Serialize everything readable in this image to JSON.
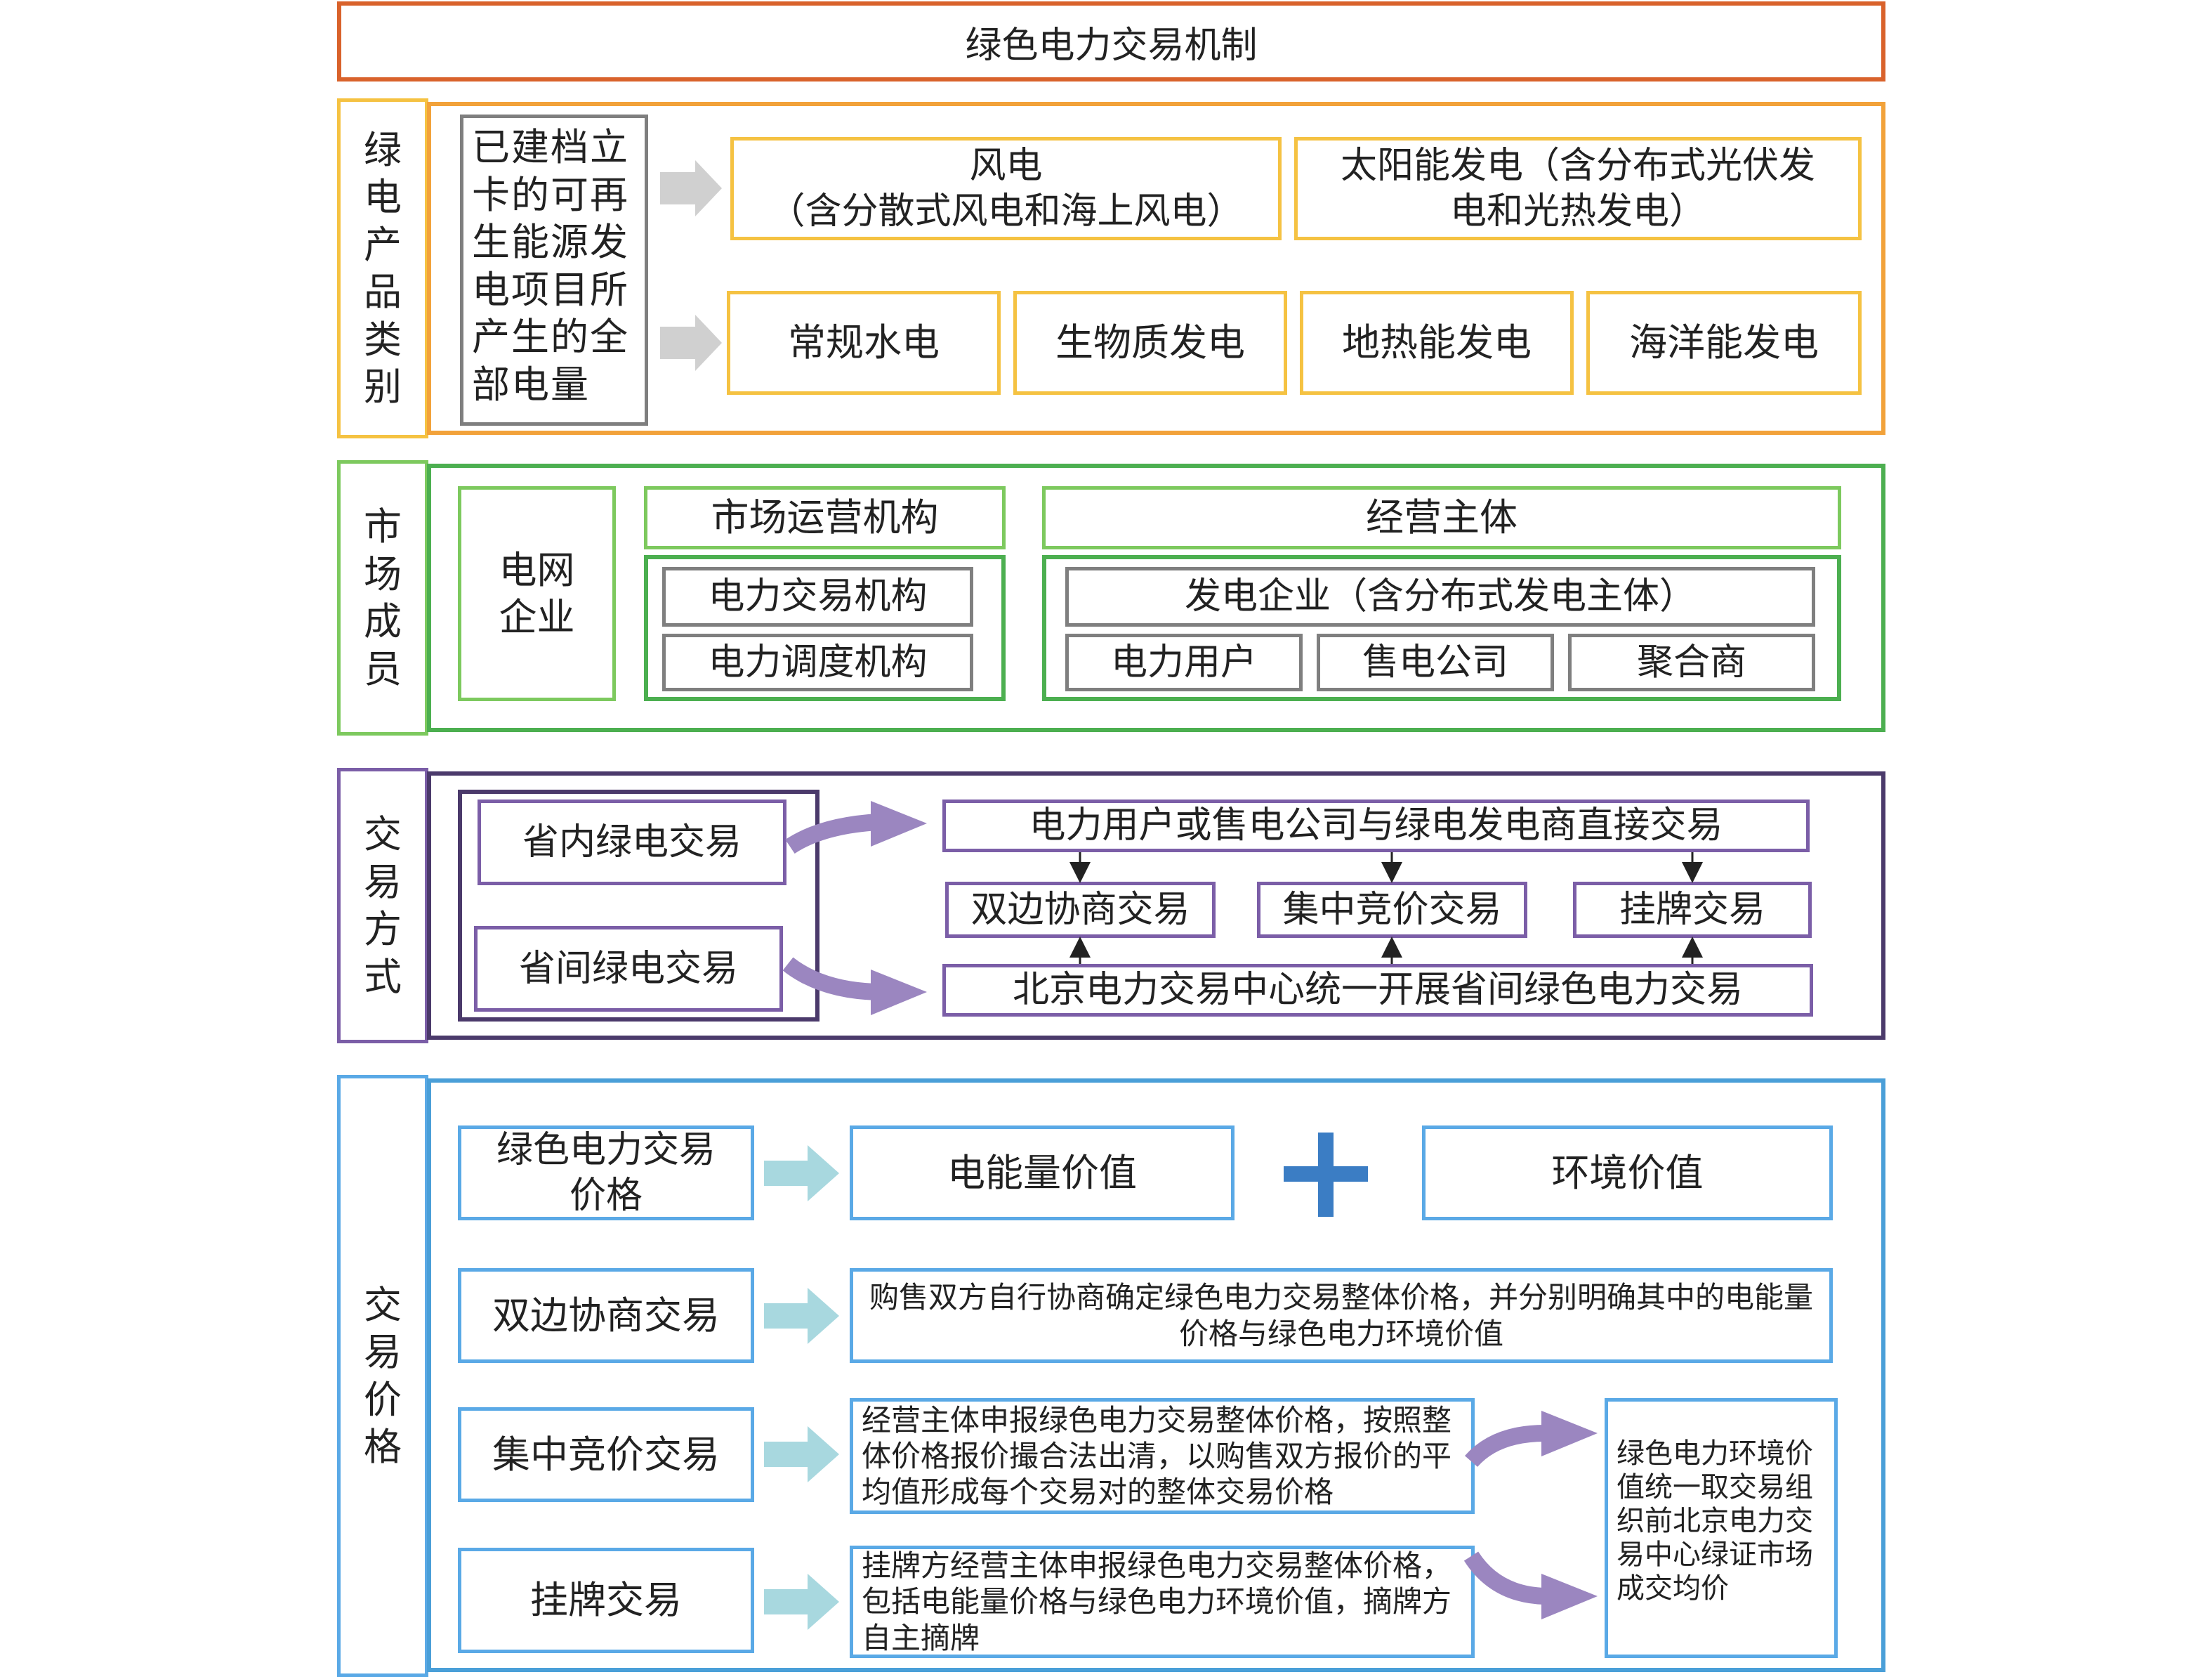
{
  "title": "绿色电力交易机制",
  "products": {
    "label": "绿电产品类别",
    "source": "已建档立卡的可再生能源发电项目所产生的全部电量",
    "row1": [
      {
        "line1": "风电",
        "line2": "（含分散式风电和海上风电）"
      },
      {
        "line1": "太阳能发电（含分布式光伏发",
        "line2": "电和光热发电）"
      }
    ],
    "row2": [
      "常规水电",
      "生物质发电",
      "地热能发电",
      "海洋能发电"
    ]
  },
  "members": {
    "label": "市场成员",
    "grid": "电网企业",
    "operator_header": "市场运营机构",
    "operators": [
      "电力交易机构",
      "电力调度机构"
    ],
    "entity_header": "经营主体",
    "generator": "发电企业（含分布式发电主体）",
    "entities": [
      "电力用户",
      "售电公司",
      "聚合商"
    ]
  },
  "methods": {
    "label": "交易方式",
    "intra": "省内绿电交易",
    "inter": "省间绿电交易",
    "direct": "电力用户或售电公司与绿电发电商直接交易",
    "modes": [
      "双边协商交易",
      "集中竞价交易",
      "挂牌交易"
    ],
    "beijing": "北京电力交易中心统一开展省间绿色电力交易"
  },
  "prices": {
    "label": "交易价格",
    "price_name": "绿色电力交易价格",
    "energy_value": "电能量价值",
    "plus": "+",
    "env_value": "环境价值",
    "bilateral": "双边协商交易",
    "bilateral_desc": "购售双方自行协商确定绿色电力交易整体价格，并分别明确其中的电能量价格与绿色电力环境价值",
    "bidding": "集中竞价交易",
    "bidding_desc": "经营主体申报绿色电力交易整体价格，按照整体价格报价撮合法出清，以购售双方报价的平均值形成每个交易对的整体交易价格",
    "listing": "挂牌交易",
    "listing_desc": "挂牌方经营主体申报绿色电力交易整体价格，包括电能量价格与绿色电力环境价值，摘牌方自主摘牌",
    "env_note": "绿色电力环境价值统一取交易组织前北京电力交易中心绿证市场成交均价"
  },
  "colors": {
    "title": "#d9622b",
    "products": "#f2a23a",
    "members": "#4caf50",
    "methods": "#4b3a6b",
    "prices": "#4a9fd8",
    "purple_arrow": "#9b86c0",
    "teal_arrow": "#a8d8df",
    "plus": "#3b7dc4"
  }
}
